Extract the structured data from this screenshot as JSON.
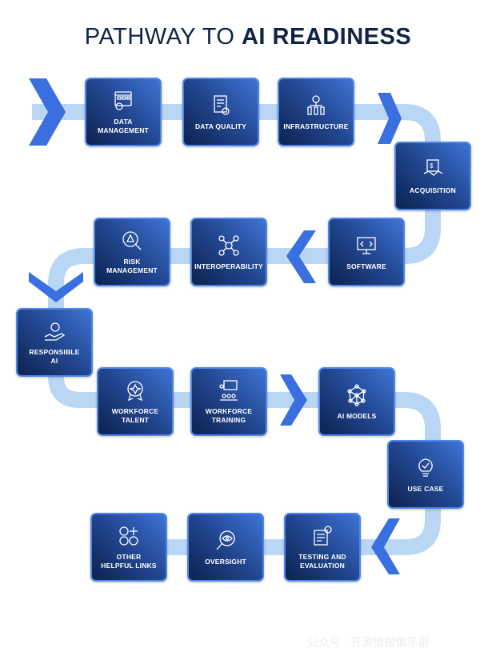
{
  "title": {
    "light": "PATHWAY TO ",
    "bold": "AI READINESS"
  },
  "colors": {
    "title": "#0f2344",
    "path": "#b9d6f5",
    "chevron": "#3a6fe0",
    "box_dark": "#0d2250",
    "box_light": "#3f74d6"
  },
  "steps": [
    {
      "label": "DATA\nMANAGEMENT",
      "icon": "data-management-icon"
    },
    {
      "label": "DATA QUALITY",
      "icon": "certified-document-icon"
    },
    {
      "label": "INFRASTRUCTURE",
      "icon": "gear-servers-icon"
    },
    {
      "label": "ACQUISITION",
      "icon": "handshake-contract-icon"
    },
    {
      "label": "SOFTWARE",
      "icon": "monitor-code-icon"
    },
    {
      "label": "INTEROPERABILITY",
      "icon": "network-nodes-icon"
    },
    {
      "label": "RISK\nMANAGEMENT",
      "icon": "warning-magnifier-icon"
    },
    {
      "label": "RESPONSIBLE\nAI",
      "icon": "hand-gear-icon"
    },
    {
      "label": "WORKFORCE\nTALENT",
      "icon": "award-badge-icon"
    },
    {
      "label": "WORKFORCE\nTRAINING",
      "icon": "presentation-icon"
    },
    {
      "label": "AI MODELS",
      "icon": "neural-network-icon"
    },
    {
      "label": "USE CASE",
      "icon": "lightbulb-check-icon"
    },
    {
      "label": "TESTING AND\nEVALUATION",
      "icon": "testing-icon"
    },
    {
      "label": "OVERSIGHT",
      "icon": "eye-magnifier-icon"
    },
    {
      "label": "OTHER\nHELPFUL LINKS",
      "icon": "circles-plus-icon"
    }
  ],
  "watermark": "公众号 · 开源情报俱乐部"
}
